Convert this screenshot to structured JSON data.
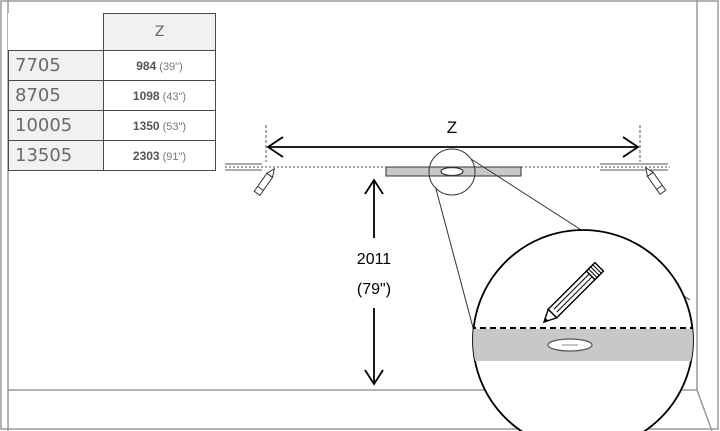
{
  "table": {
    "column_header": "Z",
    "rows": [
      {
        "model": "7705",
        "mm": "984",
        "inches": "(39\")"
      },
      {
        "model": "8705",
        "mm": "1098",
        "inches": "(43\")"
      },
      {
        "model": "10005",
        "mm": "1350",
        "inches": "(53\")"
      },
      {
        "model": "13505",
        "mm": "2303",
        "inches": "(91\")"
      }
    ]
  },
  "diagram": {
    "width_label": "Z",
    "height_mm": "2011",
    "height_inches": "(79\")"
  }
}
